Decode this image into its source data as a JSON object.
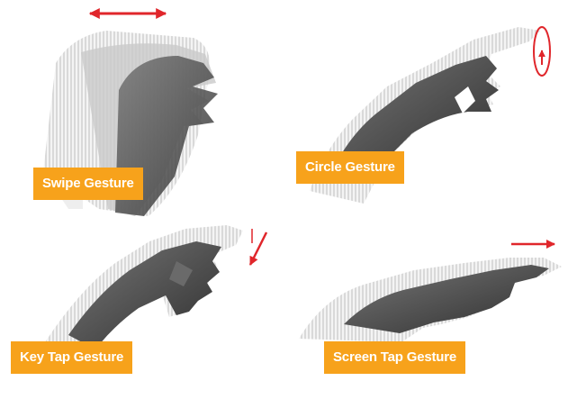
{
  "colors": {
    "label_bg": "#f7a21b",
    "label_text": "#ffffff",
    "arrow": "#e0262b"
  },
  "panels": [
    {
      "id": "swipe",
      "label": "Swipe Gesture",
      "icon": "double-headed-horizontal-arrow"
    },
    {
      "id": "circle",
      "label": "Circle Gesture",
      "icon": "circular-rotation-arrow"
    },
    {
      "id": "key",
      "label": "Key Tap Gesture",
      "icon": "diagonal-down-arrow"
    },
    {
      "id": "screen",
      "label": "Screen Tap Gesture",
      "icon": "right-arrow"
    }
  ]
}
